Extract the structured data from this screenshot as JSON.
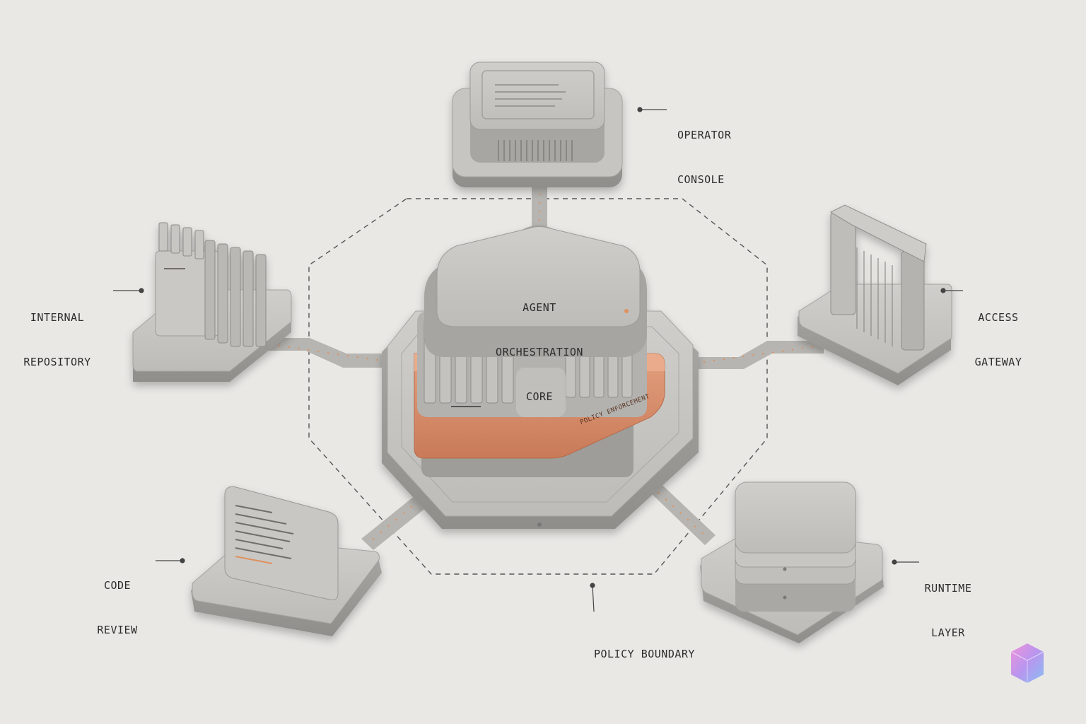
{
  "core": {
    "lines": [
      "AGENT",
      "ORCHESTRATION",
      "CORE"
    ],
    "band_label": "POLICY ENFORCEMENT"
  },
  "nodes": {
    "operator_console": [
      "OPERATOR",
      "CONSOLE"
    ],
    "internal_repository": [
      "INTERNAL",
      "REPOSITORY"
    ],
    "access_gateway": [
      "ACCESS",
      "GATEWAY"
    ],
    "code_review": [
      "CODE",
      "REVIEW"
    ],
    "runtime_layer": [
      "RUNTIME",
      "LAYER"
    ]
  },
  "boundary_label": "POLICY BOUNDARY",
  "colors": {
    "background": "#e9e8e5",
    "module_gray": "#bdbcb8",
    "accent_policy": "#d98a68",
    "connector_dots": "#e0915f",
    "text": "#2c2c2c"
  },
  "icons": [
    "watermark-cube-icon"
  ]
}
